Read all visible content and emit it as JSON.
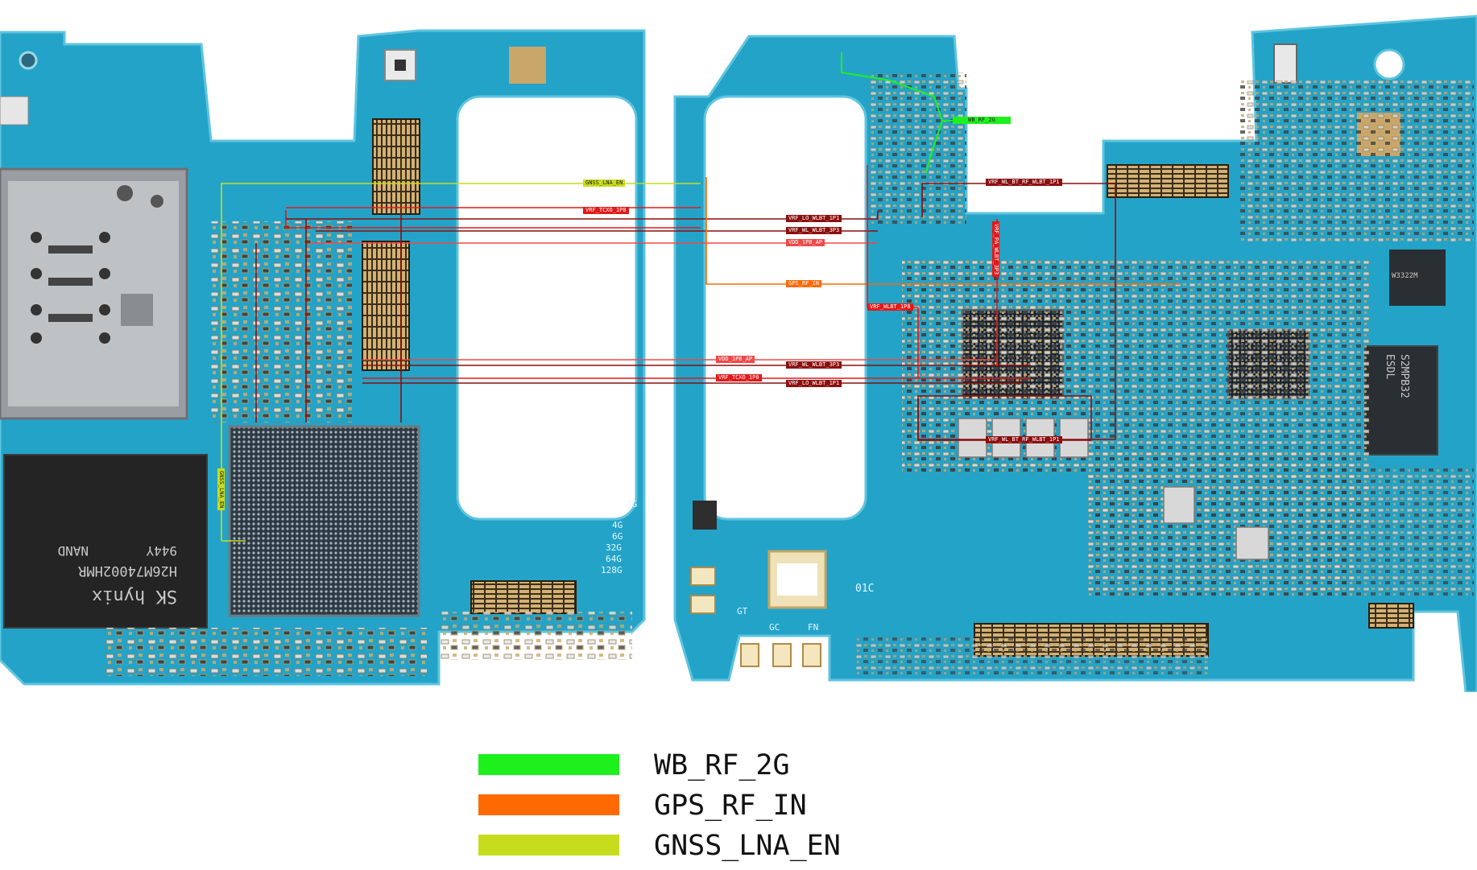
{
  "figure": {
    "labels": [
      {
        "text": "GNSS_LNA_EN",
        "color": "#c8dc1e",
        "textColor": "#222222"
      },
      {
        "text": "VRF_TCXO_1P8",
        "color": "#e21a1a",
        "textColor": "#ffffff"
      },
      {
        "text": "VRF_LO_WLBT_1P1",
        "color": "#8c0f0f",
        "textColor": "#ffffff"
      },
      {
        "text": "VRF_WL_WLBT_3P3",
        "color": "#8c0f0f",
        "textColor": "#ffffff"
      },
      {
        "text": "VDD_1P8_AP",
        "color": "#f04848",
        "textColor": "#ffffff"
      },
      {
        "text": "GPS_RF_IN",
        "color": "#ff6a00",
        "textColor": "#ffffff"
      },
      {
        "text": "VRF_WLBT_1P8",
        "color": "#e21a1a",
        "textColor": "#ffffff"
      },
      {
        "text": "VDD_1P8_AP",
        "color": "#f04848",
        "textColor": "#ffffff"
      },
      {
        "text": "VRF_WL_WLBT_3P3",
        "color": "#8c0f0f",
        "textColor": "#ffffff"
      },
      {
        "text": "VRF_TCXO_1P8",
        "color": "#e21a1a",
        "textColor": "#ffffff"
      },
      {
        "text": "VRF_LO_WLBT_1P1",
        "color": "#8c0f0f",
        "textColor": "#ffffff"
      },
      {
        "text": "WB_RF_2G",
        "color": "#1ef01e",
        "textColor": "#222222"
      },
      {
        "text": "VRF_WL_BT_RF_WLBT_1P1",
        "color": "#8c0f0f",
        "textColor": "#ffffff"
      },
      {
        "text": "VRF_PA_WLBT_3P3",
        "color": "#e21a1a",
        "textColor": "#ffffff"
      },
      {
        "text": "VRF_WL_BT_RF_WLBT_1P1",
        "color": "#8c0f0f",
        "textColor": "#ffffff"
      },
      {
        "text": "GNSS_LNA_EN",
        "color": "#c8dc1e",
        "textColor": "#222222"
      }
    ],
    "silkscreen": {
      "cap_left": [
        "3G",
        "4G",
        "6G",
        "32G",
        "64G",
        "128G"
      ],
      "model_code": "01C",
      "pads": [
        "GT",
        "GC",
        "FN"
      ],
      "memory_chip": [
        "SK hynix",
        "H26M74002HMR",
        "944Y",
        "NAND"
      ],
      "pmic_chip": [
        "S2MPB32",
        "ESDL",
        "W3322M"
      ]
    },
    "colors": {
      "pcb": "#24a3c8",
      "pcb_dark": "#1a8eb3",
      "pcb_edge": "#5fc4df",
      "wb_rf_2g": "#1ef01e",
      "gps_rf_in": "#ff6a00",
      "gnss_lna_en": "#c8dc1e"
    }
  },
  "legend": [
    {
      "label": "WB_RF_2G",
      "color": "#1ef01e"
    },
    {
      "label": "GPS_RF_IN",
      "color": "#ff6a00"
    },
    {
      "label": "GNSS_LNA_EN",
      "color": "#c8dc1e"
    }
  ]
}
